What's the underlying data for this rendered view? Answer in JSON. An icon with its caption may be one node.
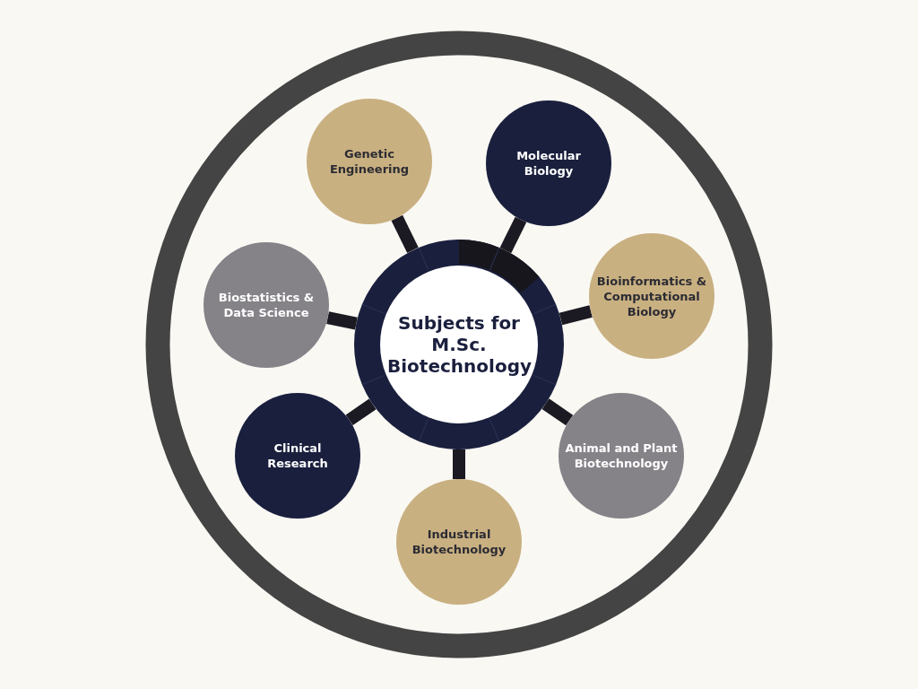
{
  "diagram": {
    "nodes": [
      {
        "text": [
          "Subjects for M.Sc. Biotechnology"
        ]
      },
      {
        "text": [
          "Genetic Engineering"
        ]
      },
      {
        "text": [
          "Molecular Biology"
        ]
      },
      {
        "text": [
          "Bioinformatics & Computational Biology"
        ]
      },
      {
        "text": [
          "Animal and Plant Biotechnology"
        ]
      },
      {
        "text": [
          "Industrial Biotechnology"
        ]
      },
      {
        "text": [
          "Clinical Research"
        ]
      },
      {
        "text": [
          "Biostatistics & Data Science"
        ]
      }
    ],
    "edges": [
      {
        "from": 0,
        "to": 1,
        "arrow": "none"
      },
      {
        "from": 0,
        "to": 2,
        "arrow": "none"
      },
      {
        "from": 0,
        "to": 3,
        "arrow": "none"
      },
      {
        "from": 0,
        "to": 4,
        "arrow": "none"
      },
      {
        "from": 0,
        "to": 5,
        "arrow": "none"
      },
      {
        "from": 0,
        "to": 6,
        "arrow": "none"
      },
      {
        "from": 0,
        "to": 7,
        "arrow": "none"
      }
    ]
  }
}
